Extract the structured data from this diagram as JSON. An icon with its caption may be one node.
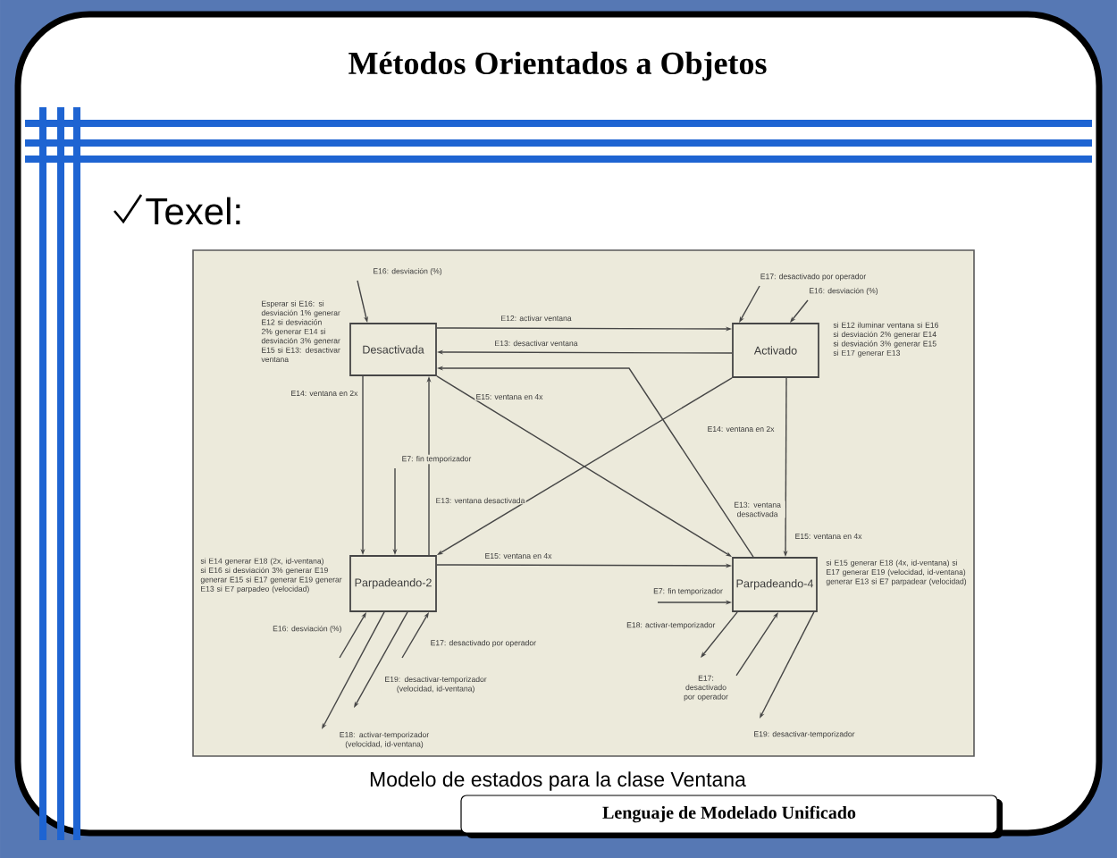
{
  "diagram": {
    "title": "Métodos Orientados a Objetos",
    "caption": "Modelo de estados para la clase Ventana",
    "nodes": [
      {
        "text": [
          "Desactivada"
        ],
        "beside": [
          "Esperar si E16: si desviación 1% generar E12 si desviación 2% generar E14 si desviación 3% generar E15 si E13: desactivar ventana"
        ]
      },
      {
        "text": [
          "Activado"
        ],
        "beside": [
          "si E12 iluminar ventana si E16 si desviación 2% generar E14 si desviación 3% generar E15 si E17 generar E13"
        ]
      },
      {
        "text": [
          "Parpadeando-2"
        ],
        "beside": [
          "si E14 generar E18 (2x, id-ventana) si E16 si desviación 3% generar E19 generar E15 si E17 generar E19 generar E13 si E7 parpadeo (velocidad)"
        ]
      },
      {
        "text": [
          "Parpadeando-4"
        ],
        "beside": [
          "si E15 generar E18 (4x, id-ventana) si E17 generar E19 (velocidad, id-ventana) generar E13 si E7 parpadear (velocidad)"
        ]
      }
    ],
    "edges": [
      {
        "from": 0,
        "to": 1,
        "arrow": "to",
        "label": "E12: activar ventana"
      },
      {
        "from": 1,
        "to": 0,
        "arrow": "to",
        "label": "E13: desactivar ventana"
      },
      {
        "from": 3,
        "to": 0,
        "arrow": "to",
        "label": "E13: ventana desactivada"
      },
      {
        "from": 0,
        "to": 3,
        "arrow": "to",
        "label": "E15: ventana en 4x"
      },
      {
        "from": 1,
        "to": 2,
        "arrow": "to",
        "label": "E14: ventana en 2x"
      },
      {
        "from": 0,
        "to": 2,
        "arrow": "to",
        "label": "E14: ventana en 2x"
      },
      {
        "from": 2,
        "to": 0,
        "arrow": "to",
        "label": "E13: ventana desactivada"
      },
      {
        "from": null,
        "to": 2,
        "arrow": "to",
        "label": "E7: fin temporizador"
      },
      {
        "from": 1,
        "to": 3,
        "arrow": "to",
        "label": "E15: ventana en 4x"
      },
      {
        "from": 2,
        "to": 3,
        "arrow": "to",
        "label": "E15: ventana en 4x"
      },
      {
        "from": null,
        "to": 3,
        "arrow": "to",
        "label": "E7: fin temporizador"
      },
      {
        "from": null,
        "to": 0,
        "arrow": "to",
        "label": "E16: desviación (%)"
      },
      {
        "from": null,
        "to": 1,
        "arrow": "to",
        "label": "E17: desactivado por operador"
      },
      {
        "from": null,
        "to": 1,
        "arrow": "to",
        "label": "E16: desviación (%)"
      },
      {
        "from": null,
        "to": 2,
        "arrow": "to",
        "label": "E16: desviación (%)"
      },
      {
        "from": null,
        "to": 2,
        "arrow": "to",
        "label": "E17: desactivado por operador"
      },
      {
        "from": 2,
        "to": null,
        "arrow": "to",
        "label": "E18: activar-temporizador (velocidad, id-ventana)"
      },
      {
        "from": 2,
        "to": null,
        "arrow": "to",
        "label": "E19: desactivar-temporizador (velocidad, id-ventana)"
      },
      {
        "from": 3,
        "to": null,
        "arrow": "to",
        "label": "E18: activar-temporizador"
      },
      {
        "from": null,
        "to": 3,
        "arrow": "to",
        "label": "E17: desactivado por operador"
      },
      {
        "from": 3,
        "to": null,
        "arrow": "to",
        "label": "E19: desactivar-temporizador"
      }
    ],
    "labels": [
      "Texel:",
      "Lenguaje de Modelado Unificado"
    ]
  }
}
